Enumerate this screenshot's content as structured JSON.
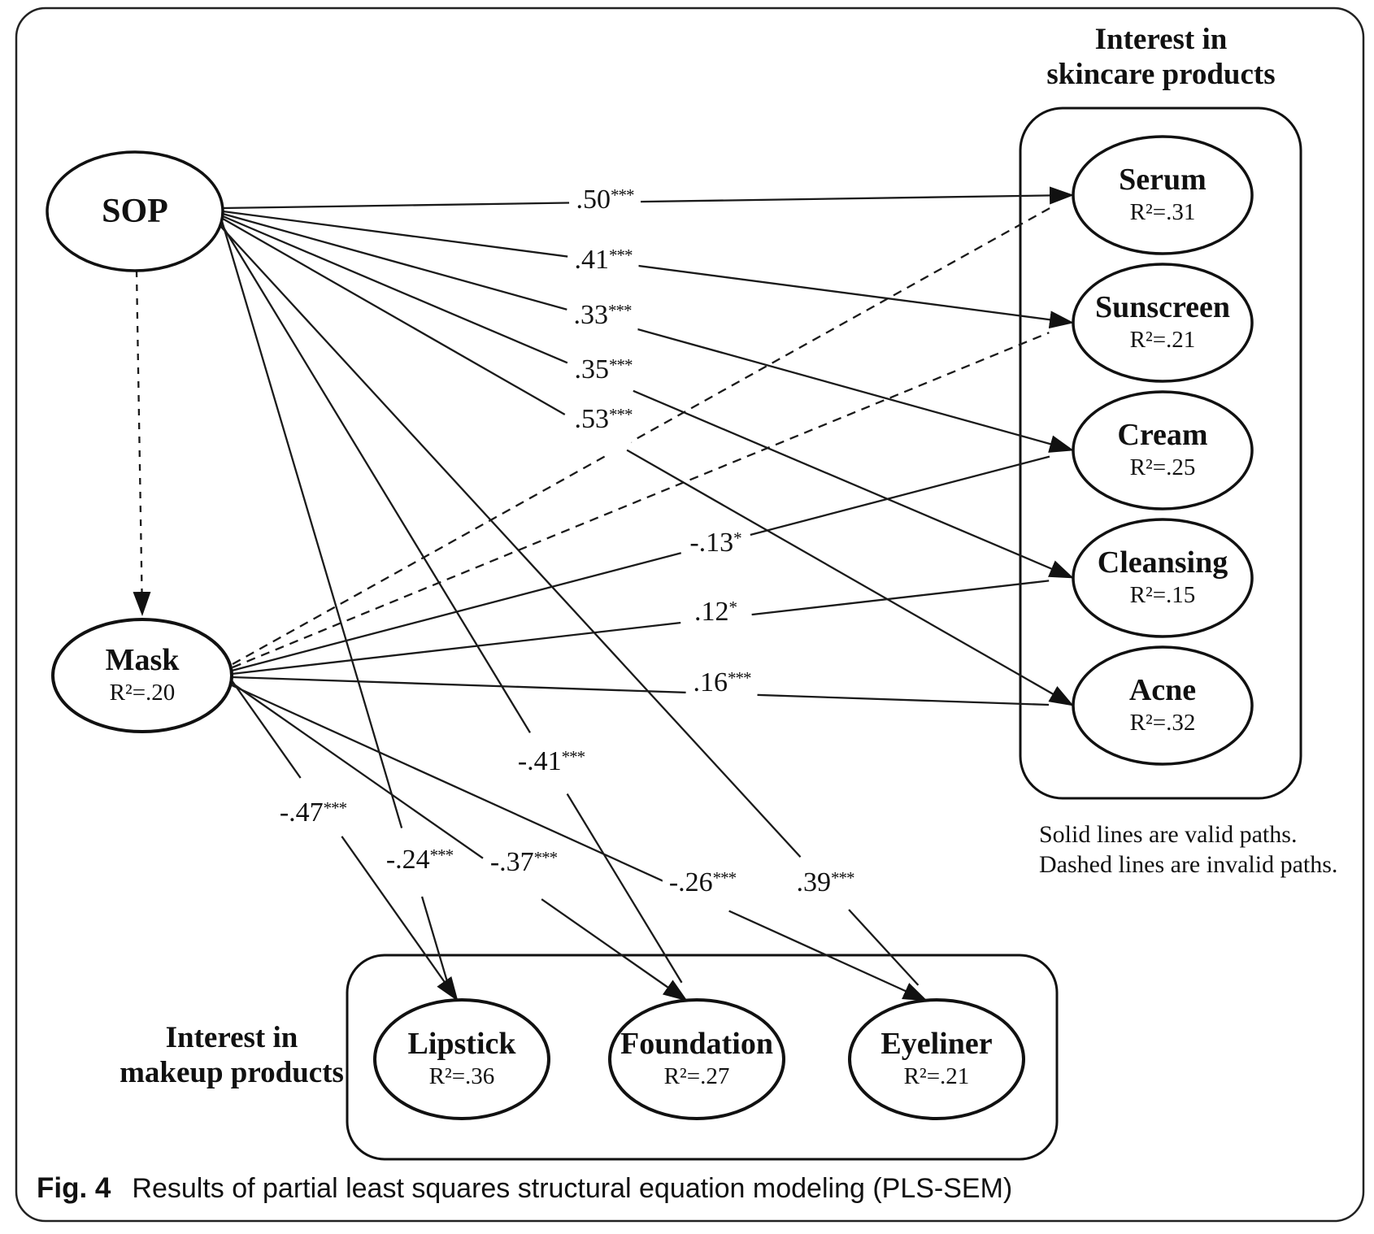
{
  "figure": {
    "caption_label": "Fig. 4",
    "caption_text": "Results of partial least squares structural equation modeling (PLS-SEM)"
  },
  "groups": {
    "skincare": {
      "title_line1": "Interest in",
      "title_line2": "skincare products"
    },
    "makeup": {
      "title_line1": "Interest in",
      "title_line2": "makeup products"
    }
  },
  "nodes": {
    "sop": {
      "label": "SOP"
    },
    "mask": {
      "label": "Mask",
      "r2": "R²=.20"
    },
    "serum": {
      "label": "Serum",
      "r2": "R²=.31"
    },
    "sunscreen": {
      "label": "Sunscreen",
      "r2": "R²=.21"
    },
    "cream": {
      "label": "Cream",
      "r2": "R²=.25"
    },
    "cleansing": {
      "label": "Cleansing",
      "r2": "R²=.15"
    },
    "acne": {
      "label": "Acne",
      "r2": "R²=.32"
    },
    "lipstick": {
      "label": "Lipstick",
      "r2": "R²=.36"
    },
    "foundation": {
      "label": "Foundation",
      "r2": "R²=.27"
    },
    "eyeliner": {
      "label": "Eyeliner",
      "r2": "R²=.21"
    }
  },
  "paths": [
    {
      "from": "SOP",
      "to": "Serum",
      "coef": ".50",
      "sig": "***",
      "line_style": "solid"
    },
    {
      "from": "SOP",
      "to": "Sunscreen",
      "coef": ".41",
      "sig": "***",
      "line_style": "solid"
    },
    {
      "from": "SOP",
      "to": "Cream",
      "coef": ".33",
      "sig": "***",
      "line_style": "solid"
    },
    {
      "from": "SOP",
      "to": "Cleansing",
      "coef": ".35",
      "sig": "***",
      "line_style": "solid"
    },
    {
      "from": "SOP",
      "to": "Acne",
      "coef": ".53",
      "sig": "***",
      "line_style": "solid"
    },
    {
      "from": "Mask",
      "to": "Cream",
      "coef": "-.13",
      "sig": "*",
      "line_style": "solid"
    },
    {
      "from": "Mask",
      "to": "Cleansing",
      "coef": ".12",
      "sig": "*",
      "line_style": "solid"
    },
    {
      "from": "Mask",
      "to": "Acne",
      "coef": ".16",
      "sig": "***",
      "line_style": "solid"
    },
    {
      "from": "Mask",
      "to": "Lipstick",
      "coef": "-.47",
      "sig": "***",
      "line_style": "solid"
    },
    {
      "from": "SOP",
      "to": "Lipstick",
      "coef": "-.24",
      "sig": "***",
      "line_style": "solid"
    },
    {
      "from": "Mask",
      "to": "Foundation",
      "coef": "-.37",
      "sig": "***",
      "line_style": "solid"
    },
    {
      "from": "SOP",
      "to": "Foundation",
      "coef": "-.41",
      "sig": "***",
      "line_style": "solid"
    },
    {
      "from": "Mask",
      "to": "Eyeliner",
      "coef": "-.26",
      "sig": "***",
      "line_style": "solid"
    },
    {
      "from": "SOP",
      "to": "Eyeliner",
      "coef": ".39",
      "sig": "***",
      "line_style": "solid"
    },
    {
      "from": "SOP",
      "to": "Mask",
      "coef": "",
      "sig": "",
      "line_style": "dashed"
    },
    {
      "from": "Mask",
      "to": "Serum",
      "coef": "",
      "sig": "",
      "line_style": "dashed"
    },
    {
      "from": "Mask",
      "to": "Sunscreen",
      "coef": "",
      "sig": "",
      "line_style": "dashed"
    }
  ],
  "legend": {
    "line1": "Solid lines are valid paths.",
    "line2": "Dashed lines are invalid paths."
  }
}
